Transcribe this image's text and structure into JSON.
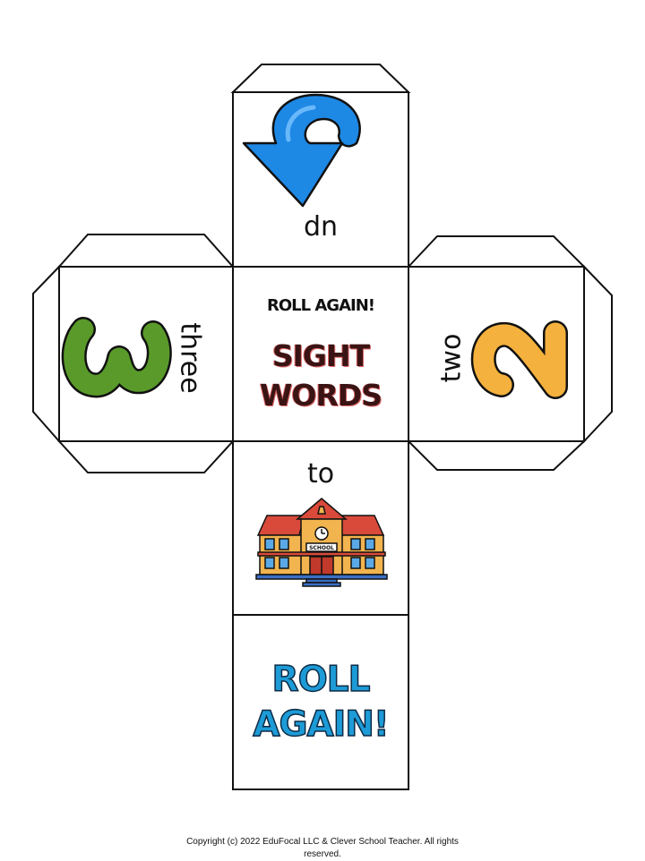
{
  "faces": {
    "top": {
      "icon": "curved-down-arrow-icon",
      "word": "dn",
      "icon_color": "#1e88e5"
    },
    "left": {
      "icon": "number-3-icon",
      "word": "three",
      "icon_color": "#5a9a2a"
    },
    "center": {
      "small_label": "ROLL AGAIN!",
      "line1": "SIGHT",
      "line2": "WORDS"
    },
    "right": {
      "icon": "number-2-icon",
      "word": "two",
      "icon_color": "#f5b13d"
    },
    "bottom": {
      "icon": "school-building-icon",
      "word": "to",
      "sign_text": "SCHOOL"
    },
    "lowest": {
      "line1": "ROLL",
      "line2": "AGAIN!"
    }
  },
  "footer": {
    "copyright": "Copyright (c) 2022 EduFocal LLC & Clever School Teacher. All rights reserved."
  }
}
